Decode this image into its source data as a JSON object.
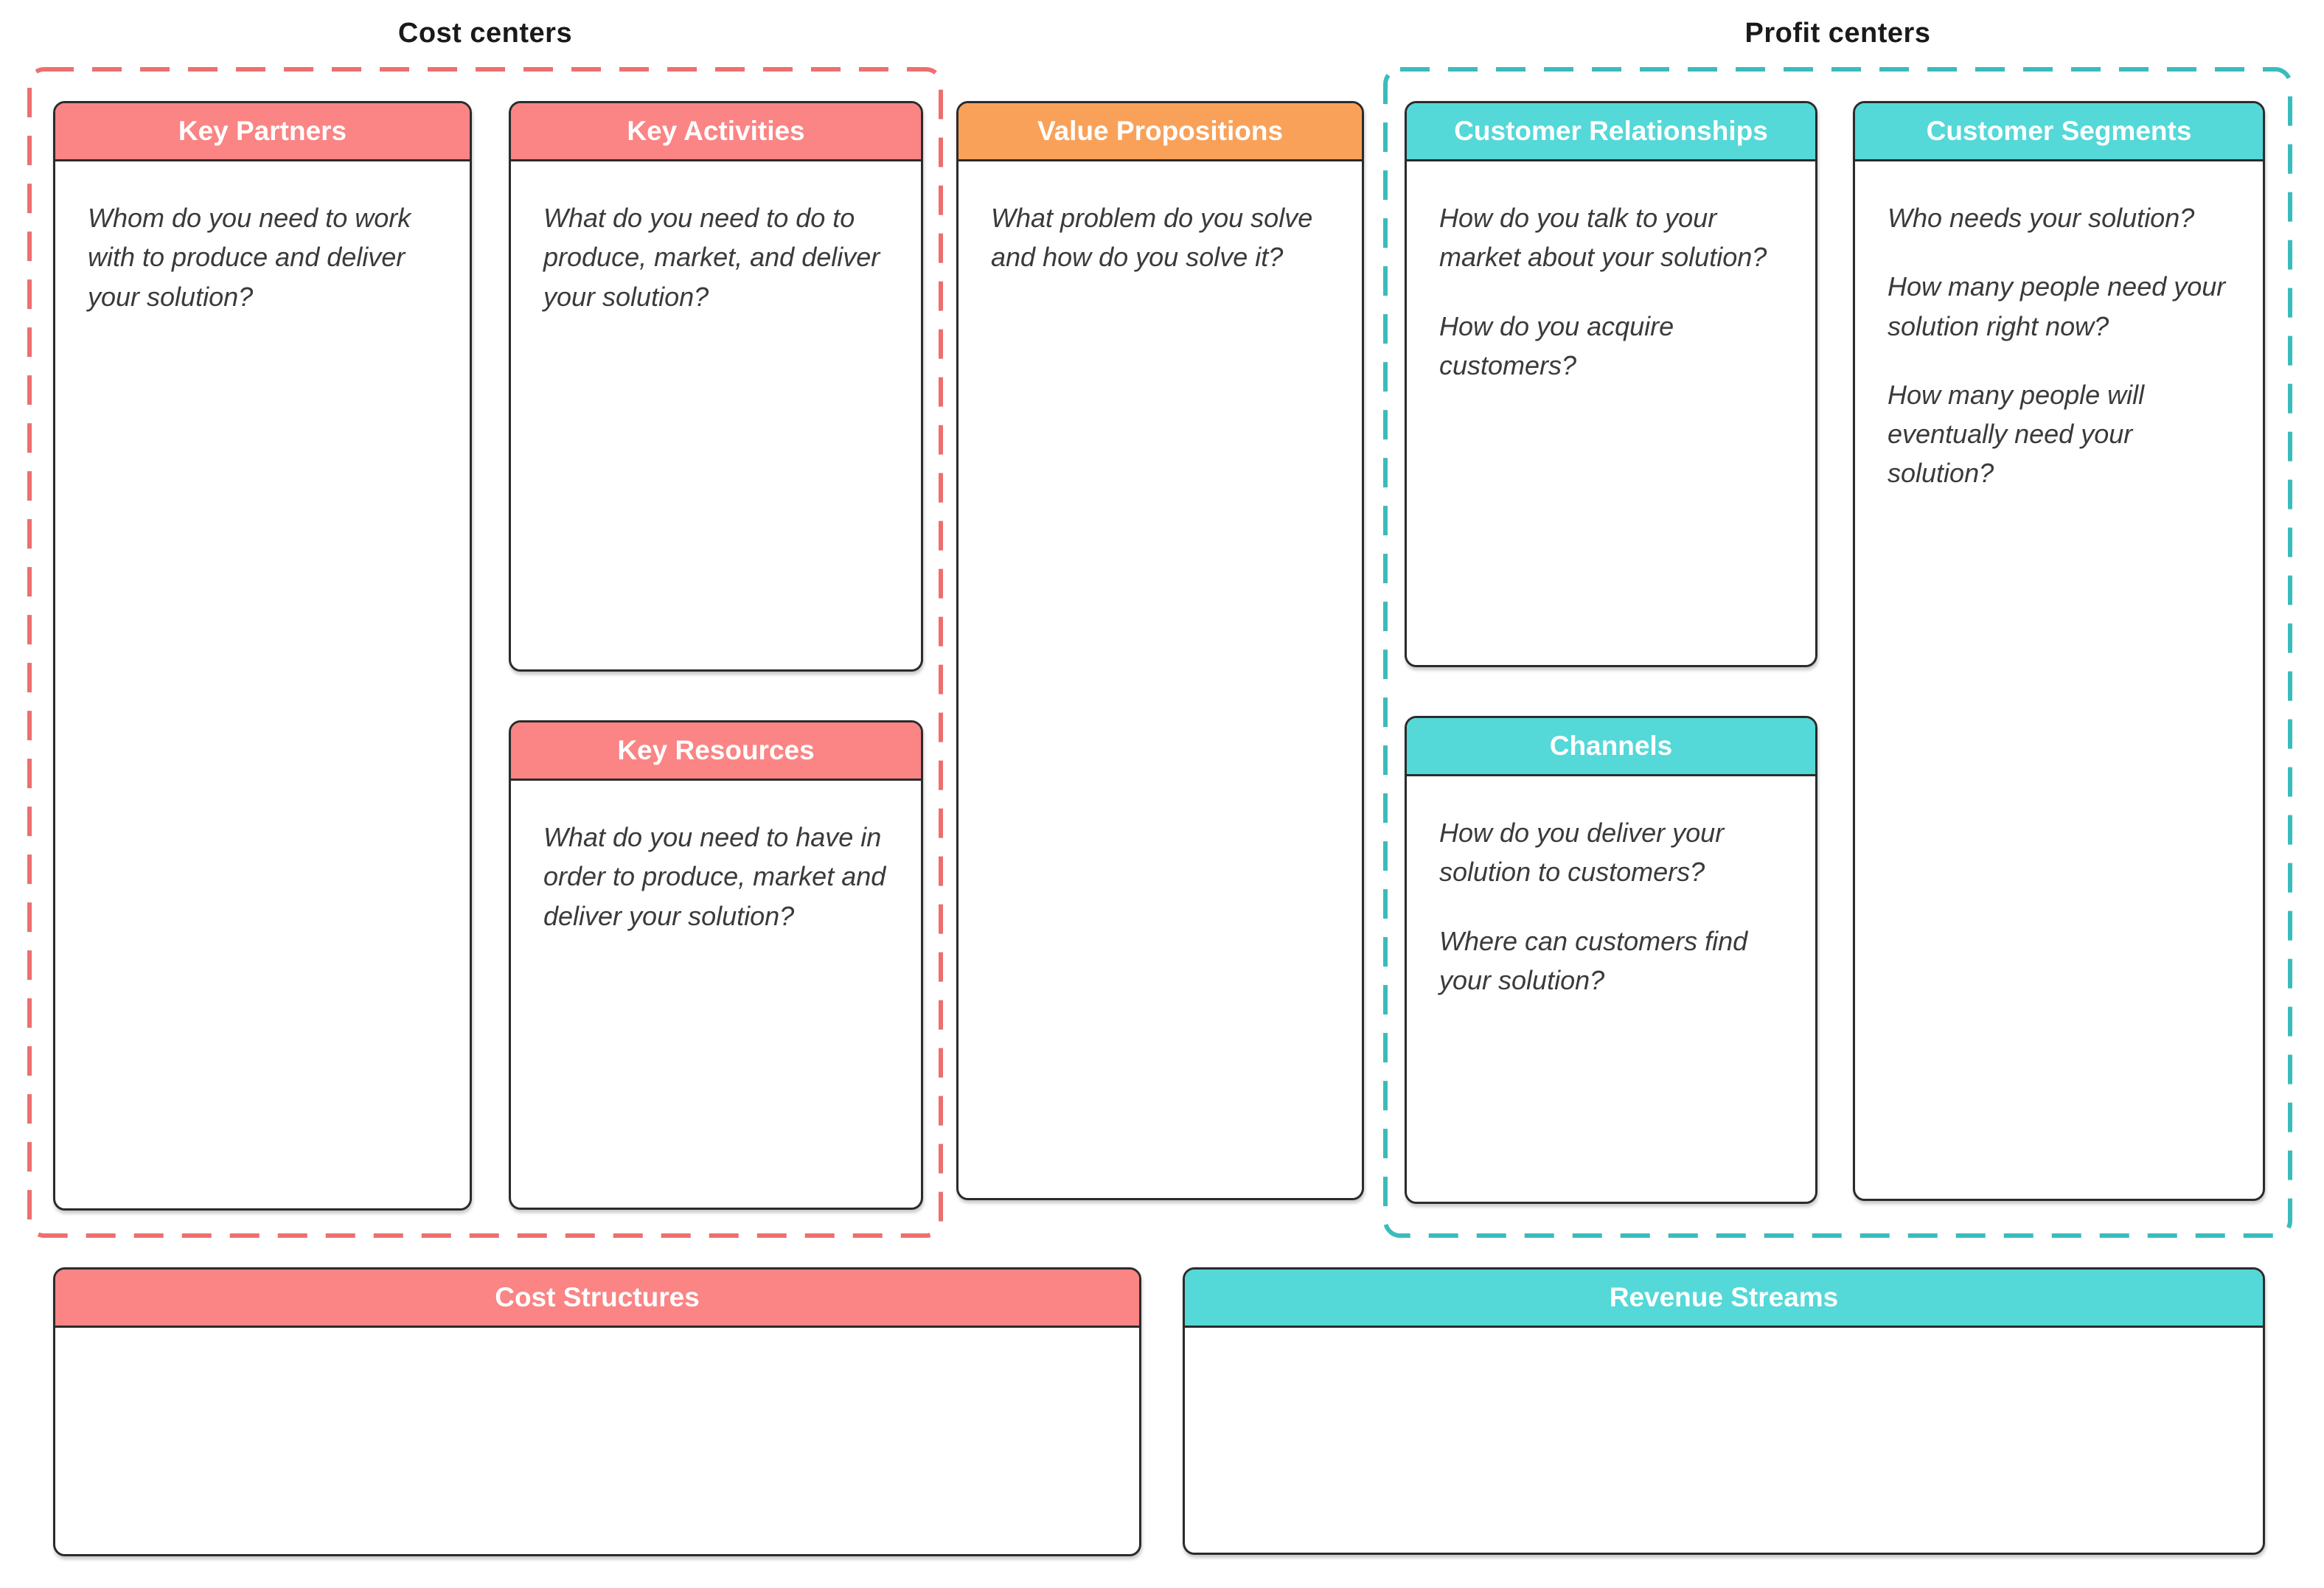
{
  "groups": {
    "cost": {
      "label": "Cost centers",
      "border_color": "#ED6F6F"
    },
    "profit": {
      "label": "Profit centers",
      "border_color": "#3ABCBC"
    }
  },
  "colors": {
    "salmon_header": "#FB8484",
    "teal_header": "#54D8D8",
    "orange_header": "#F9A159",
    "card_border": "#2B2B2B",
    "header_text": "#FFFFFF",
    "body_text": "#3A3A3A"
  },
  "cards": {
    "key_partners": {
      "title": "Key Partners",
      "color": "#FB8484",
      "paragraphs": [
        "Whom do you need to work with to produce and deliver your solution?"
      ]
    },
    "key_activities": {
      "title": "Key Activities",
      "color": "#FB8484",
      "paragraphs": [
        "What do you need to do to produce, market, and deliver your solution?"
      ]
    },
    "key_resources": {
      "title": "Key Resources",
      "color": "#FB8484",
      "paragraphs": [
        "What do you need to have in order to produce, market and deliver your solution?"
      ]
    },
    "value_propositions": {
      "title": "Value Propositions",
      "color": "#F9A159",
      "paragraphs": [
        "What problem do you solve and how do you solve it?"
      ]
    },
    "customer_relationships": {
      "title": "Customer Relationships",
      "color": "#54D8D8",
      "paragraphs": [
        "How do you talk to your market about your solution?",
        "How do you acquire customers?"
      ]
    },
    "channels": {
      "title": "Channels",
      "color": "#54D8D8",
      "paragraphs": [
        "How do you deliver your solution to customers?",
        "Where can customers find your solution?"
      ]
    },
    "customer_segments": {
      "title": "Customer Segments",
      "color": "#54D8D8",
      "paragraphs": [
        "Who needs your solution?",
        "How many people need your solution right now?",
        "How many people will eventually need your solution?"
      ]
    },
    "cost_structures": {
      "title": "Cost Structures",
      "color": "#FB8484",
      "paragraphs": []
    },
    "revenue_streams": {
      "title": "Revenue Streams",
      "color": "#54D8D8",
      "paragraphs": []
    }
  }
}
